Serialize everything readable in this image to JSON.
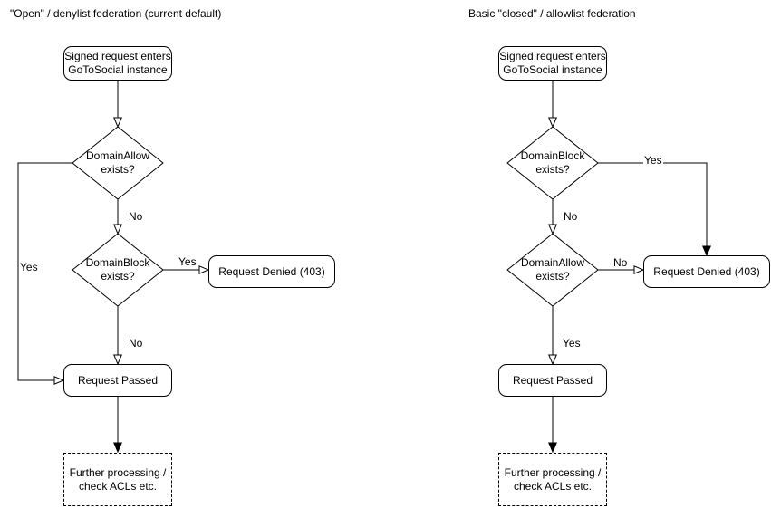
{
  "colors": {
    "stroke": "#000000",
    "shape_fill": "#ffffff",
    "text": "#000000",
    "background": "#ffffff"
  },
  "left_chart": {
    "title": "\"Open\" / denylist federation (current default)",
    "nodes": {
      "start": "Signed request enters\nGoToSocial instance",
      "decision1": "DomainAllow\nexists?",
      "decision2": "DomainBlock\nexists?",
      "denied": "Request Denied (403)",
      "passed": "Request Passed",
      "further": "Further processing /\ncheck ACLs etc."
    },
    "labels": {
      "d1_yes": "Yes",
      "d1_no": "No",
      "d2_yes": "Yes",
      "d2_no": "No"
    }
  },
  "right_chart": {
    "title": "Basic \"closed\" / allowlist federation",
    "nodes": {
      "start": "Signed request enters\nGoToSocial instance",
      "decision1": "DomainBlock\nexists?",
      "decision2": "DomainAllow\nexists?",
      "denied": "Request Denied (403)",
      "passed": "Request Passed",
      "further": "Further processing /\ncheck ACLs etc."
    },
    "labels": {
      "d1_yes": "Yes",
      "d1_no": "No",
      "d2_yes": "Yes",
      "d2_no": "No"
    }
  }
}
